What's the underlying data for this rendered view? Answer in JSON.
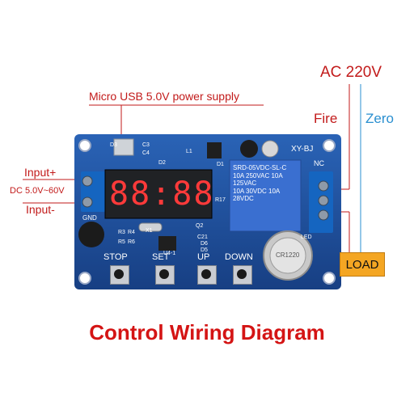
{
  "title": "Control Wiring Diagram",
  "labels": {
    "usb": "Micro USB 5.0V power supply",
    "ac": "AC 220V",
    "fire": "Fire",
    "zero": "Zero",
    "input_plus": "Input+",
    "dc_range": "DC 5.0V~60V",
    "input_minus": "Input-",
    "load": "LOAD"
  },
  "board": {
    "model": "XY-BJ",
    "display": "88:88",
    "relay_text": [
      "SRD-05VDC-SL-C",
      "10A 250VAC 10A 125VAC",
      "10A 30VDC 10A 28VDC"
    ],
    "nc_label": "NC",
    "gnd_label": "GND",
    "led_label": "LED",
    "battery_text": "CR1220",
    "buttons": [
      {
        "label": "STOP"
      },
      {
        "label": "SET"
      },
      {
        "label": "UP"
      },
      {
        "label": "DOWN"
      }
    ],
    "component_labels": [
      "D3",
      "C3",
      "C4",
      "L1",
      "D2",
      "D1",
      "R17",
      "R3",
      "R4",
      "R5",
      "R6",
      "X1",
      "Q2",
      "C21",
      "D6",
      "D5",
      "U4-1"
    ]
  },
  "colors": {
    "board": "#1f4f9a",
    "label_red": "#c21a1a",
    "label_blue": "#2a8fd0",
    "title_red": "#d41414",
    "load_fill": "#f4a623",
    "relay_blue": "#3a6fd0",
    "terminal_blue": "#1565c0"
  }
}
